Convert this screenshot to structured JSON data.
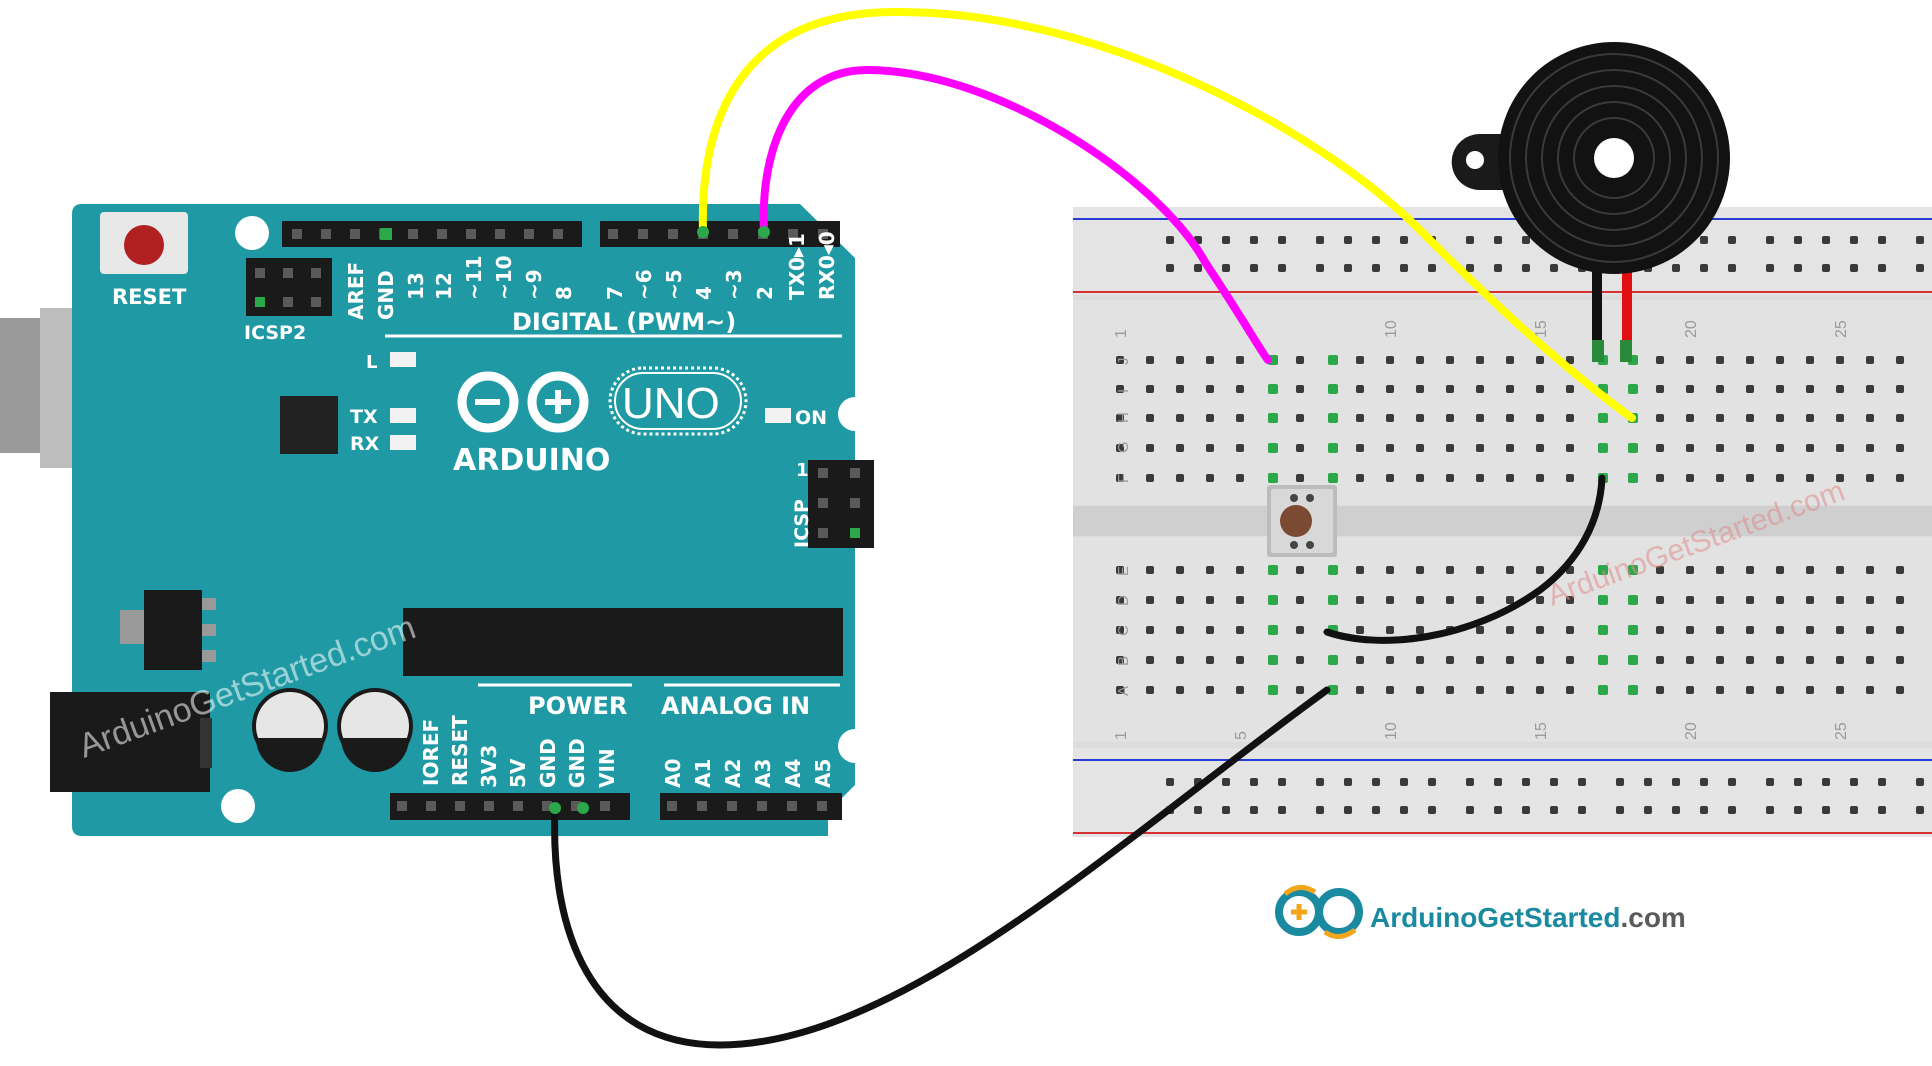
{
  "board": {
    "name": "ARDUINO",
    "model": "UNO",
    "reset": "RESET",
    "icsp2": "ICSP2",
    "icsp": "ICSP",
    "icsp_pin1": "1",
    "digital_title": "DIGITAL (PWM~)",
    "power_title": "POWER",
    "analog_title": "ANALOG IN",
    "led_l": "L",
    "led_tx": "TX",
    "led_rx": "RX",
    "led_on": "ON",
    "digital_pins": [
      "AREF",
      "GND",
      "13",
      "12",
      "~11",
      "~10",
      "~9",
      "8",
      "7",
      "~6",
      "~5",
      "4",
      "~3",
      "2",
      "TX0▸1",
      "RX0◂0"
    ],
    "power_pins": [
      "IOREF",
      "RESET",
      "3V3",
      "5V",
      "GND",
      "GND",
      "VIN"
    ],
    "analog_pins": [
      "A0",
      "A1",
      "A2",
      "A3",
      "A4",
      "A5"
    ]
  },
  "breadboard": {
    "row_letters_top": [
      "J",
      "I",
      "H",
      "G",
      "F"
    ],
    "row_letters_bottom": [
      "E",
      "D",
      "C",
      "B",
      "A"
    ],
    "column_numbers": [
      "1",
      "5",
      "10",
      "15",
      "20",
      "25"
    ]
  },
  "wires": [
    {
      "color": "#ffff00",
      "from": "pin 4",
      "to": "buzzer +"
    },
    {
      "color": "#ff00ff",
      "from": "pin 2",
      "to": "button"
    },
    {
      "color": "#111111",
      "from": "GND",
      "to": "button"
    },
    {
      "color": "#111111",
      "from": "button",
      "to": "buzzer -"
    }
  ],
  "watermark": "ArduinoGetStarted.com",
  "logo": {
    "brand": "ArduinoGetStarted",
    "domain": ".com"
  }
}
